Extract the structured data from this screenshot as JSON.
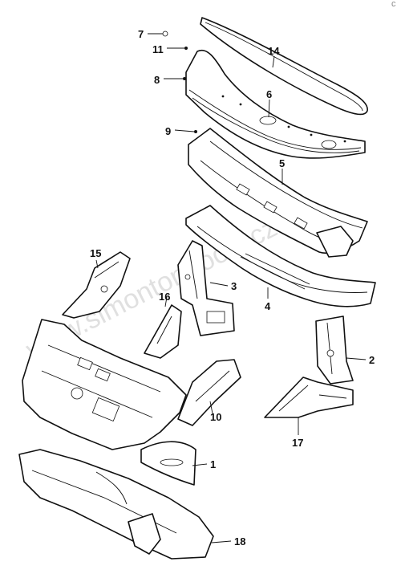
{
  "diagram": {
    "callouts": [
      "1",
      "2",
      "3",
      "4",
      "5",
      "6",
      "7",
      "8",
      "9",
      "10",
      "11",
      "14",
      "15",
      "16",
      "17",
      "18"
    ],
    "watermark": "www.simonton-tools.cz",
    "corner_mark": "c"
  },
  "colors": {
    "line": "#111111",
    "watermark": "#c8c8c8"
  }
}
